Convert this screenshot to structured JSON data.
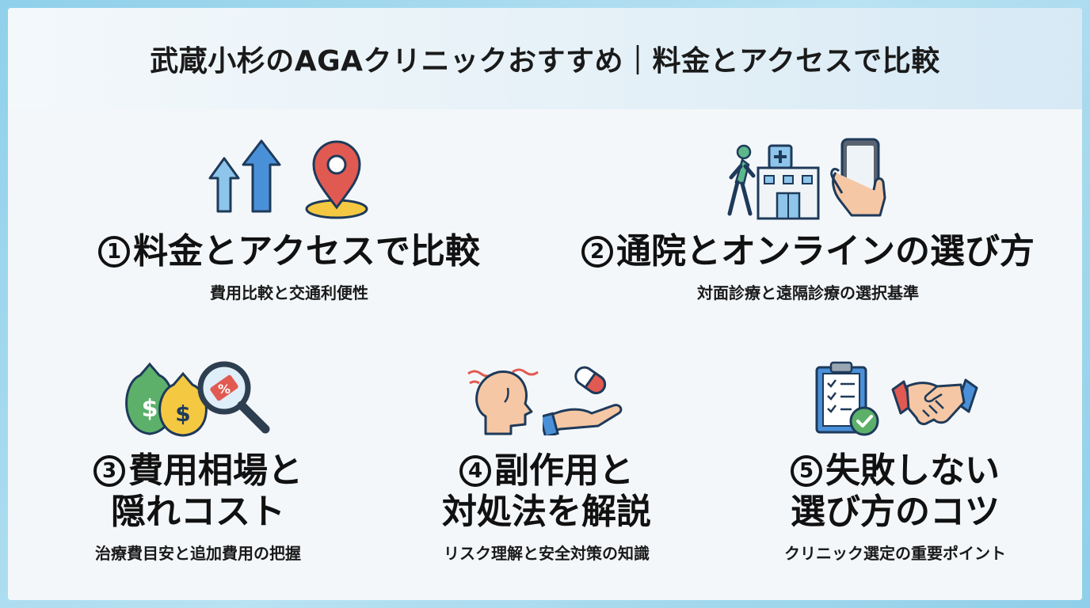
{
  "header": {
    "title": "武蔵小杉のAGAクリニックおすすめ｜料金とアクセスで比較"
  },
  "sections": [
    {
      "num": "1",
      "title": "料金とアクセスで比較",
      "subtitle": "費用比較と交通利便性"
    },
    {
      "num": "2",
      "title": "通院とオンラインの選び方",
      "subtitle": "対面診療と遠隔診療の選択基準"
    },
    {
      "num": "3",
      "title_line1": "費用相場と",
      "title_line2": "隠れコスト",
      "subtitle": "治療費目安と追加費用の把握"
    },
    {
      "num": "4",
      "title_line1": "副作用と",
      "title_line2": "対処法を解説",
      "subtitle": "リスク理解と安全対策の知識"
    },
    {
      "num": "5",
      "title_line1": "失敗しない",
      "title_line2": "選び方のコツ",
      "subtitle": "クリニック選定の重要ポイント"
    }
  ],
  "icon_tag_text": "%"
}
